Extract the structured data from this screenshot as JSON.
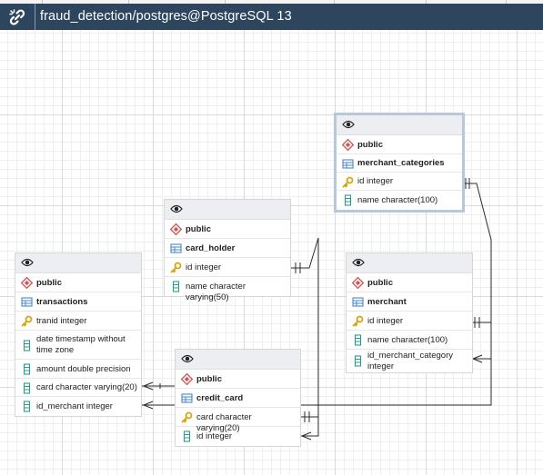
{
  "window": {
    "title": "fraud_detection/postgres@PostgreSQL 13"
  },
  "tables": {
    "merchant_categories": {
      "schema": "public",
      "name": "merchant_categories",
      "columns": [
        {
          "label": "id integer",
          "icon": "primary-key-icon"
        },
        {
          "label": "name character(100)",
          "icon": "column-icon"
        }
      ]
    },
    "card_holder": {
      "schema": "public",
      "name": "card_holder",
      "columns": [
        {
          "label": "id integer",
          "icon": "primary-key-icon"
        },
        {
          "label": "name character varying(50)",
          "icon": "column-icon"
        }
      ]
    },
    "transactions": {
      "schema": "public",
      "name": "transactions",
      "columns": [
        {
          "label": "tranid integer",
          "icon": "primary-key-icon"
        },
        {
          "label": "date timestamp without time zone",
          "icon": "column-icon"
        },
        {
          "label": "amount double precision",
          "icon": "column-icon"
        },
        {
          "label": "card character varying(20)",
          "icon": "column-icon"
        },
        {
          "label": "id_merchant integer",
          "icon": "column-icon"
        }
      ]
    },
    "merchant": {
      "schema": "public",
      "name": "merchant",
      "columns": [
        {
          "label": "id integer",
          "icon": "primary-key-icon"
        },
        {
          "label": "name character(100)",
          "icon": "column-icon"
        },
        {
          "label": "id_merchant_category integer",
          "icon": "column-icon"
        }
      ]
    },
    "credit_card": {
      "schema": "public",
      "name": "credit_card",
      "columns": [
        {
          "label": "card character varying(20)",
          "icon": "primary-key-icon"
        },
        {
          "label": "id integer",
          "icon": "column-icon"
        }
      ]
    }
  },
  "relationships": [
    {
      "from": "merchant.id_merchant_category",
      "to": "merchant_categories.id"
    },
    {
      "from": "credit_card.id",
      "to": "card_holder.id"
    },
    {
      "from": "transactions.card",
      "to": "credit_card.card"
    },
    {
      "from": "transactions.id_merchant",
      "to": "merchant.id"
    }
  ],
  "colors": {
    "titlebar": "#2d465e",
    "header": "#eceef2",
    "key": "#d4a514",
    "column": "#2a9a8c",
    "schema": "#c0504d",
    "table": "#4a86c5",
    "link": "#222222"
  }
}
